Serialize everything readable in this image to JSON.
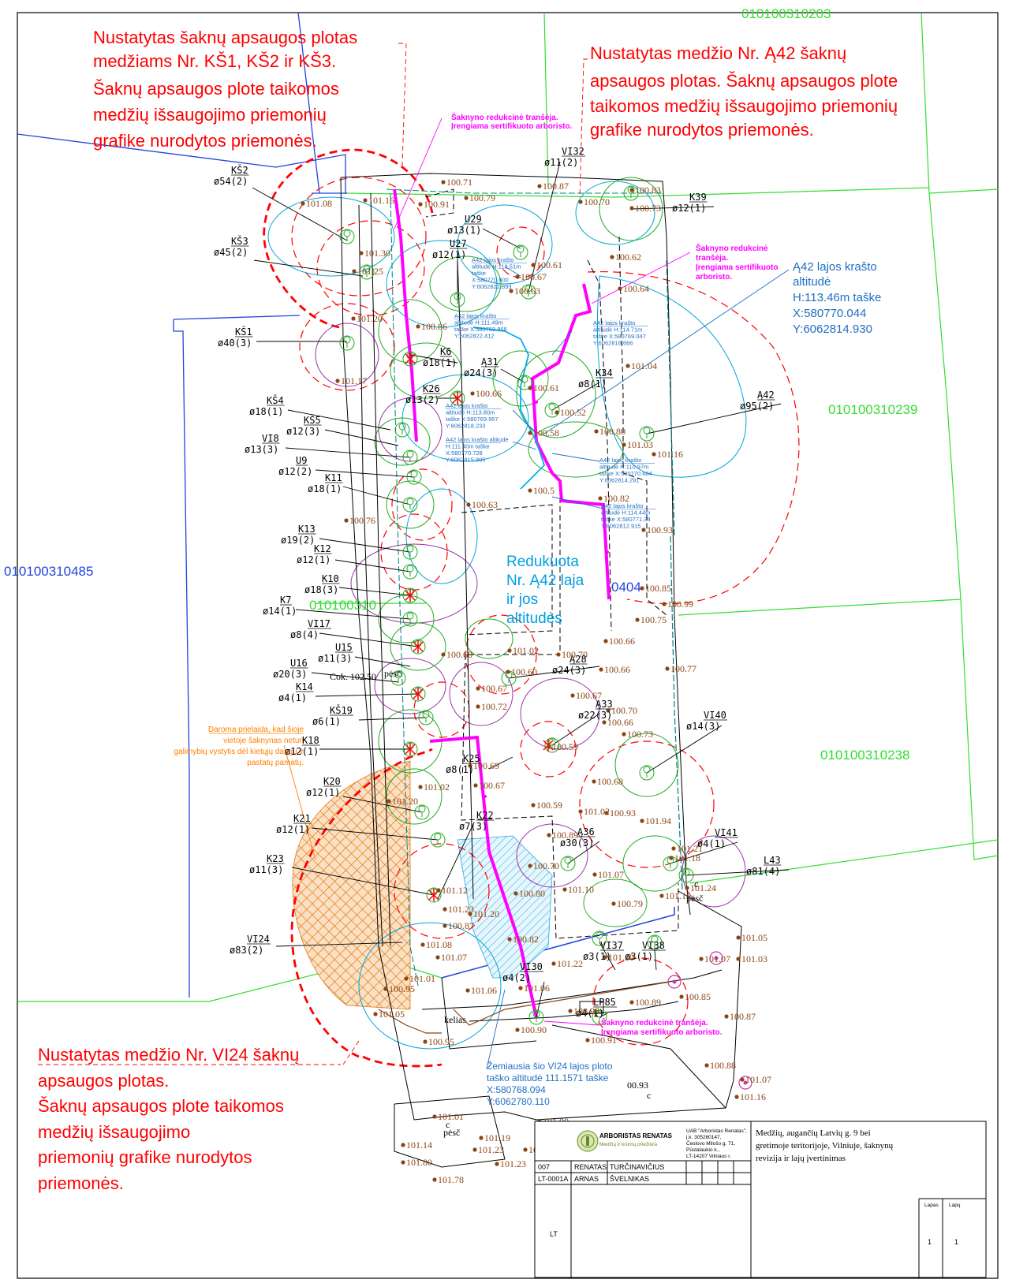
{
  "parcels": [
    {
      "id": "010100310203"
    },
    {
      "id": "010100310239"
    },
    {
      "id": "010100310238"
    },
    {
      "id": "010100310485"
    },
    {
      "id": "010100310"
    },
    {
      "id": "0404"
    }
  ],
  "annotations": {
    "ks_zone": [
      "Nustatytas šaknų apsaugos plotas",
      "medžiams Nr. KŠ1, KŠ2 ir KŠ3.",
      "Šaknų apsaugos plote taikomos",
      "medžių išsaugojimo priemonių",
      "grafike nurodytos priemonės."
    ],
    "a42_zone": [
      "Nustatytas medžio Nr. Ą42 šaknų",
      "apsaugos plotas. Šaknų apsaugos plote",
      "taikomos medžių išsaugojimo priemonių",
      "grafike nurodytos priemonės."
    ],
    "vi24_zone": [
      "Nustatytas medžio Nr. VI24 šaknų",
      "apsaugos plotas.",
      "Šaknų apsaugos plote taikomos",
      "medžių išsaugojimo",
      "priemonių grafike nurodytos",
      "priemonės."
    ],
    "trench_1": [
      "Šaknyno redukcinė tranšėja.",
      "Įrengiama sertifikuoto arboristo."
    ],
    "trench_2": [
      "Šaknyno redukcinė",
      "tranšėja.",
      "Įrengiama sertifikuoto",
      "arboristo."
    ],
    "trench_3": [
      "Šaknyno redukcinė tranšėja.",
      "Įrengiama sertifikuoto arboristo."
    ],
    "a42_edge": [
      "Ą42 lajos krašto",
      "altitudė",
      "H:113.46m taške",
      "X:580770.044",
      "Y:6062814.930"
    ],
    "reduced_crown": [
      "Redukuota",
      "Nr. Ą42 laja",
      "ir jos",
      "altitudės"
    ],
    "vi24_low": [
      "Žemiausia šio VI24 lajos ploto",
      "taško altitudė 111.1571 taške",
      "X:580768.094",
      "Y:6062780.110"
    ],
    "assumption": [
      "Daroma prielaida, kad šioje",
      "vietoje šaknynas neturi",
      "galimybių vystytis dėl kietųjų dangų ir",
      "pastatų pamatų."
    ],
    "small_edges": [
      [
        "A42 lajos krašto",
        "altitudė H:113.51m",
        "taške",
        "X:580770.600",
        "Y:6062822.893"
      ],
      [
        "A42 lajos krašto",
        "altitudė H:111.49m",
        "taške X:580769.868",
        "Y:6062822.412"
      ],
      [
        "A42 lajos krašto",
        "altitudė H:114.71m",
        "taške X:580769.047",
        "Y:6062818.666"
      ],
      [
        "A42 lajos krašto",
        "altitudė H:113.80m",
        "taške X:580769.957",
        "Y:6062818.233"
      ],
      [
        "A42 lajos krašto altitudė",
        "H:111.40m taške",
        "X:580770.728",
        "Y:6062815.995"
      ],
      [
        "A42 lajos krašto",
        "altitudė H:110.97m",
        "taške X:580770.684",
        "Y:6062814.291"
      ],
      [
        "A42 lajos krašto",
        "altitudė H:114.44m",
        "taške X:580771.38",
        "Y:6062812.915"
      ]
    ]
  },
  "trees": [
    {
      "id": "KŠ2",
      "d": "ø54(2)"
    },
    {
      "id": "KŠ3",
      "d": "ø45(2)"
    },
    {
      "id": "KŠ1",
      "d": "ø40(3)"
    },
    {
      "id": "KŠ4",
      "d": "ø18(1)"
    },
    {
      "id": "KŠ5",
      "d": "ø12(3)"
    },
    {
      "id": "VI8",
      "d": "ø13(3)"
    },
    {
      "id": "U9",
      "d": "ø12(2)"
    },
    {
      "id": "K11",
      "d": "ø18(1)"
    },
    {
      "id": "K13",
      "d": "ø19(2)"
    },
    {
      "id": "K12",
      "d": "ø12(1)"
    },
    {
      "id": "K10",
      "d": "ø18(3)"
    },
    {
      "id": "K7",
      "d": "ø14(1)"
    },
    {
      "id": "VI17",
      "d": "ø8(4)"
    },
    {
      "id": "U15",
      "d": "ø11(3)"
    },
    {
      "id": "U16",
      "d": "ø20(3)"
    },
    {
      "id": "K14",
      "d": "ø4(1)"
    },
    {
      "id": "KŠ19",
      "d": "ø6(1)"
    },
    {
      "id": "K18",
      "d": "ø12(1)"
    },
    {
      "id": "K20",
      "d": "ø12(1)"
    },
    {
      "id": "K21",
      "d": "ø12(1)"
    },
    {
      "id": "K23",
      "d": "ø11(3)"
    },
    {
      "id": "VI24",
      "d": "ø83(2)"
    },
    {
      "id": "U29",
      "d": "ø13(1)"
    },
    {
      "id": "U27",
      "d": "ø12(1)"
    },
    {
      "id": "VI32",
      "d": "ø11(2)"
    },
    {
      "id": "K39",
      "d": "ø12(1)"
    },
    {
      "id": "K6",
      "d": "ø18(1)"
    },
    {
      "id": "Ą31",
      "d": "ø24(3)"
    },
    {
      "id": "K26",
      "d": "ø13(2)"
    },
    {
      "id": "K34",
      "d": "ø8(1)"
    },
    {
      "id": "Ą42",
      "d": "ø95(2)"
    },
    {
      "id": "Ą28",
      "d": "ø24(3)"
    },
    {
      "id": "Ą33",
      "d": "ø22(3)"
    },
    {
      "id": "VI40",
      "d": "ø14(3)"
    },
    {
      "id": "K25",
      "d": "ø8(1)"
    },
    {
      "id": "K22",
      "d": "ø7(3)"
    },
    {
      "id": "Ą36",
      "d": "ø30(3)"
    },
    {
      "id": "VI41",
      "d": "ø4(1)"
    },
    {
      "id": "L43",
      "d": "ø81(4)"
    },
    {
      "id": "VI37",
      "d": "ø3(1)"
    },
    {
      "id": "VI38",
      "d": "ø3(1)"
    },
    {
      "id": "VI30",
      "d": "ø4(2)"
    },
    {
      "id": "LP85",
      "d": "ø4(1)"
    }
  ],
  "elevations": [
    "100.71",
    "100.87",
    "101.16",
    "101.08",
    "100.91",
    "100.79",
    "100.70",
    "100.83",
    "100.73",
    "101.30",
    "101.25",
    "101.20",
    "100.86",
    "100.61",
    "100.67",
    "100.63",
    "100.62",
    "100.64",
    "101.04",
    "101.03",
    "101.16",
    "100.80",
    "100.66",
    "100.52",
    "101.17",
    "100.61",
    "100.58",
    "100.63",
    "100.5",
    "100.82",
    "100.93",
    "100.76",
    "100.85",
    "100.99",
    "100.75",
    "100.66",
    "100.77",
    "100.60",
    "101.02",
    "100.70",
    "100.60",
    "100.66",
    "100.67",
    "100.72",
    "100.67",
    "100.70",
    "100.66",
    "100.73",
    "100.59",
    "100.68",
    "100.69",
    "100.67",
    "100.59",
    "100.93",
    "101.94",
    "101.21",
    "101.18",
    "101.24",
    "101.15",
    "100.89",
    "101.02",
    "101.07",
    "101.10",
    "100.79",
    "101.12",
    "101.23",
    "101.20",
    "100.80",
    "100.87",
    "101.08",
    "101.07",
    "101.01",
    "100.95",
    "101.05",
    "101.06",
    "101.06",
    "101.22",
    "101.10",
    "100.93",
    "100.89",
    "100.85",
    "100.87",
    "101.03",
    "101.05",
    "101.07",
    "100.90",
    "100.95",
    "100.91",
    "100.88",
    "101.07",
    "101.16",
    "101.15",
    "101.01",
    "101.14",
    "101.80",
    "101.23",
    "101.19",
    "101.23",
    "101.25",
    "101.00",
    "101.78",
    "100.82",
    "100.70",
    "101.20",
    "101.02"
  ],
  "map_labels": {
    "cok": "Cok. 102.50",
    "pesc": "pėsč",
    "kelias": "kelias",
    "c": "c",
    "elev_c": "00.93"
  },
  "title_block": {
    "company": "ARBORISTAS RENATAS",
    "company_sub": "Medžių ir krūmų priežiūra",
    "address": [
      "UAB \"Arboristas Renatas\",",
      "į.k. 305260147,",
      "Česlovo Milošo g. 71,",
      "Pūstalaukio k.,",
      "LT-14207 Vilniaus r."
    ],
    "title": [
      "Medžių, augančių Latvių g. 9 bei",
      "gretimoje teritorijoje, Vilniuje, šaknynų",
      "revizija ir lajų įvertinimas"
    ],
    "rows": [
      [
        "007",
        "RENATAS",
        "TURČINAVIČIUS"
      ],
      [
        "LT-0001A",
        "ARNAS",
        "ŠVELNIKAS"
      ]
    ],
    "country": "LT",
    "sheet_label": "Lapas",
    "sheets_label": "Lapų",
    "sheet": "1",
    "sheets": "1"
  },
  "colors": {
    "parcel_green": "#33dd33",
    "parcel_blue": "#2244dd",
    "protection": "#ff0000",
    "trench": "#ff00ff",
    "crown": "#00aaee",
    "elevation": "#8b4513"
  }
}
